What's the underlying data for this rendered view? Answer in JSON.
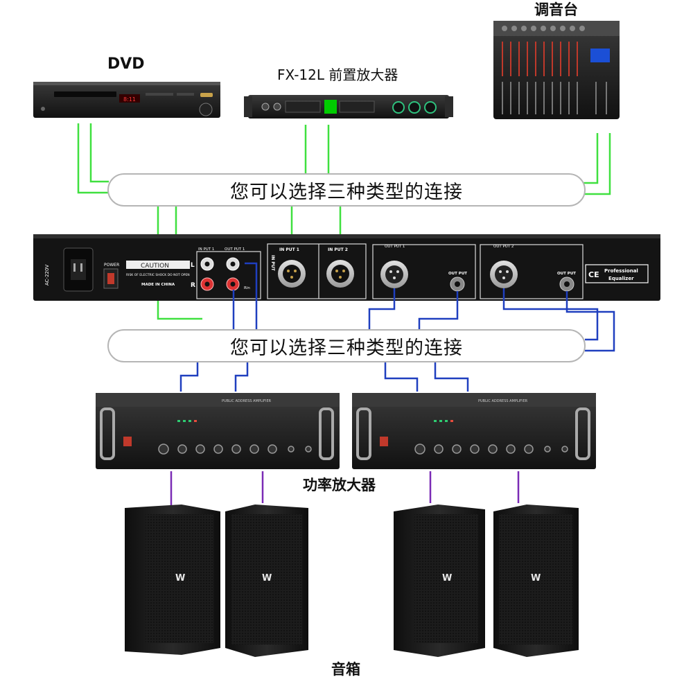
{
  "labels": {
    "dvd": "DVD",
    "preamp": "FX-12L 前置放大器",
    "mixer": "调音台",
    "power_amp": "功率放大器",
    "speakers": "音箱"
  },
  "connection_note_top": "您可以选择三种类型的连接",
  "connection_note_bottom": "您可以选择三种类型的连接",
  "equalizer_panel": {
    "voltage": "AC-220V",
    "power_label": "POWER",
    "caution_title": "CAUTION",
    "caution_text": "RISK OF ELECTRIC SHOCK DO NOT OPEN",
    "made_in": "MADE IN CHINA",
    "rca_in_label": "IN PUT 1",
    "rca_out_label": "OUT PUT 1",
    "rca_l": "L",
    "rca_r": "R",
    "rca_rin": "Rin",
    "xlr_in_side": "IN PUT",
    "xlr_in_1": "IN PUT 1",
    "xlr_in_2": "IN PUT 2",
    "out_group_1": "OUT PUT 1",
    "out_group_2": "OUT PUT 2",
    "jack_1": "OUT PUT",
    "jack_2": "OUT PUT",
    "ce_mark": "CE",
    "brand_line1": "Professional",
    "brand_line2": "Equalizer"
  },
  "amplifier_front": {
    "title": "PUBLIC ADDRESS AMPLIFIER"
  },
  "speaker_logo": "W",
  "colors": {
    "green_cable": "#3fe03f",
    "blue_cable": "#1f3fbf",
    "purple_cable": "#7a2bb5",
    "pill_border": "#b5b5b5",
    "device_dark": "#1a1a1a"
  }
}
